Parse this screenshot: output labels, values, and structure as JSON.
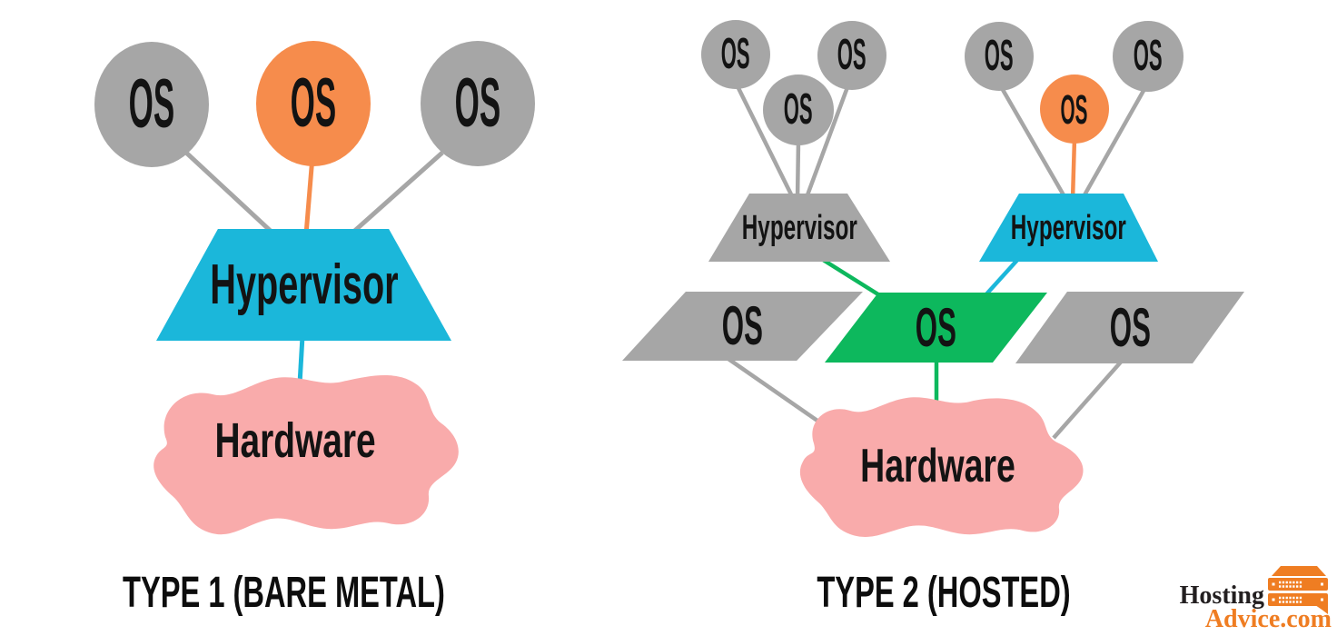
{
  "colors": {
    "guest_gray": "#a6a6a6",
    "highlight_orange": "#f68c4c",
    "hypervisor_cyan": "#1bb7da",
    "host_os_green": "#0db85d",
    "hardware_pink": "#f9abab",
    "label_black": "#131313",
    "logo_black": "#231f20",
    "logo_orange": "#ef7d22"
  },
  "type1": {
    "caption": "TYPE 1 (BARE METAL)",
    "vm_os": [
      {
        "label": "OS",
        "color": "gray"
      },
      {
        "label": "OS",
        "color": "orange"
      },
      {
        "label": "OS",
        "color": "gray"
      }
    ],
    "hypervisor": "Hypervisor",
    "hardware": "Hardware"
  },
  "type2": {
    "caption": "TYPE 2 (HOSTED)",
    "cluster1": {
      "vm_os": [
        {
          "label": "OS",
          "color": "gray"
        },
        {
          "label": "OS",
          "color": "gray"
        },
        {
          "label": "OS",
          "color": "gray"
        }
      ],
      "hypervisor": "Hypervisor"
    },
    "cluster2": {
      "vm_os": [
        {
          "label": "OS",
          "color": "gray"
        },
        {
          "label": "OS",
          "color": "gray"
        },
        {
          "label": "OS",
          "color": "orange"
        }
      ],
      "hypervisor": "Hypervisor"
    },
    "host_os": [
      {
        "label": "OS",
        "color": "gray"
      },
      {
        "label": "OS",
        "color": "green"
      },
      {
        "label": "OS",
        "color": "gray"
      }
    ],
    "hardware": "Hardware"
  },
  "logo": {
    "top": "Hosting",
    "bottom": "Advice.com"
  }
}
